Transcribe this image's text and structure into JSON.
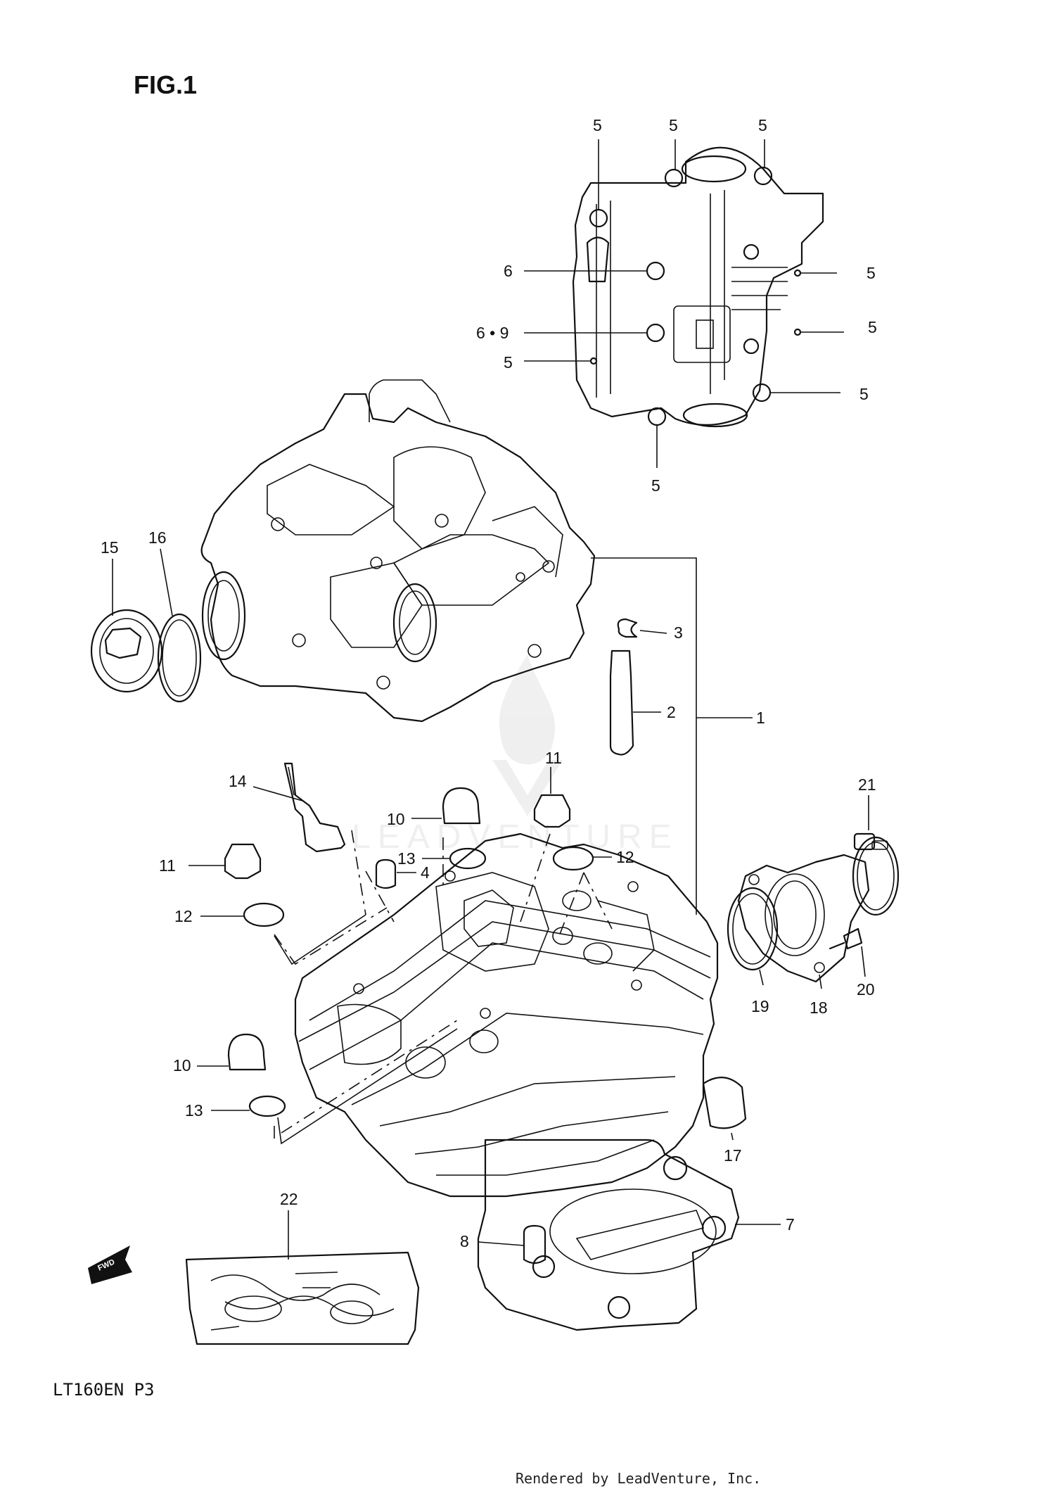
{
  "figure": {
    "title": "FIG.1",
    "model_code": "LT160EN  P3",
    "front_marker": "FWD",
    "watermark": "LEADVENTURE",
    "footer": "Rendered by LeadVenture, Inc."
  },
  "callouts": [
    {
      "id": "c-1",
      "text": "1"
    },
    {
      "id": "c-2",
      "text": "2"
    },
    {
      "id": "c-3",
      "text": "3"
    },
    {
      "id": "c-4",
      "text": "4"
    },
    {
      "id": "c-5a",
      "text": "5"
    },
    {
      "id": "c-5b",
      "text": "5"
    },
    {
      "id": "c-5c",
      "text": "5"
    },
    {
      "id": "c-5d",
      "text": "5"
    },
    {
      "id": "c-5e",
      "text": "5"
    },
    {
      "id": "c-5f",
      "text": "5"
    },
    {
      "id": "c-5g",
      "text": "5"
    },
    {
      "id": "c-5h",
      "text": "5"
    },
    {
      "id": "c-6",
      "text": "6"
    },
    {
      "id": "c-69",
      "text": "6 • 9"
    },
    {
      "id": "c-7",
      "text": "7"
    },
    {
      "id": "c-8",
      "text": "8"
    },
    {
      "id": "c-10a",
      "text": "10"
    },
    {
      "id": "c-10b",
      "text": "10"
    },
    {
      "id": "c-11a",
      "text": "11"
    },
    {
      "id": "c-11b",
      "text": "11"
    },
    {
      "id": "c-12a",
      "text": "12"
    },
    {
      "id": "c-12b",
      "text": "12"
    },
    {
      "id": "c-13a",
      "text": "13"
    },
    {
      "id": "c-13b",
      "text": "13"
    },
    {
      "id": "c-14",
      "text": "14"
    },
    {
      "id": "c-15",
      "text": "15"
    },
    {
      "id": "c-16",
      "text": "16"
    },
    {
      "id": "c-17",
      "text": "17"
    },
    {
      "id": "c-18",
      "text": "18"
    },
    {
      "id": "c-19",
      "text": "19"
    },
    {
      "id": "c-20",
      "text": "20"
    },
    {
      "id": "c-21",
      "text": "21"
    },
    {
      "id": "c-22",
      "text": "22"
    }
  ]
}
